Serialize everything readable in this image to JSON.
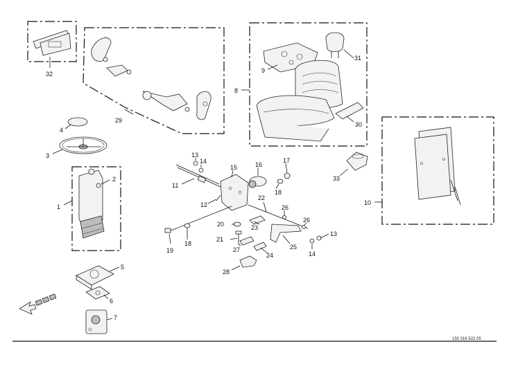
{
  "diagram": {
    "part_numbers": [
      "1",
      "2",
      "3",
      "4",
      "5",
      "6",
      "7",
      "8",
      "9",
      "10",
      "11",
      "12",
      "13",
      "14",
      "15",
      "16",
      "17",
      "18",
      "19",
      "20",
      "21",
      "22",
      "23",
      "24",
      "25",
      "26",
      "27",
      "28",
      "29",
      "30",
      "31",
      "32",
      "33"
    ],
    "labels": {
      "p1": "1",
      "p2": "2",
      "p3": "3",
      "p4": "4",
      "p5": "5",
      "p6": "6",
      "p7": "7",
      "p8": "8",
      "p9": "9",
      "p10": "10",
      "p11": "11",
      "p12": "12",
      "p13a": "13",
      "p13b": "13",
      "p14a": "14",
      "p14b": "14",
      "p15": "15",
      "p16": "16",
      "p17": "17",
      "p18a": "18",
      "p18b": "18",
      "p19": "19",
      "p20": "20",
      "p21": "21",
      "p22": "22",
      "p23": "23",
      "p24": "24",
      "p25": "25",
      "p26a": "26",
      "p26b": "26",
      "p27": "27",
      "p28": "28",
      "p29": "29",
      "p30": "30",
      "p31": "31",
      "p32": "32",
      "p33": "33"
    },
    "drawing_code": "150 316 522 05"
  }
}
